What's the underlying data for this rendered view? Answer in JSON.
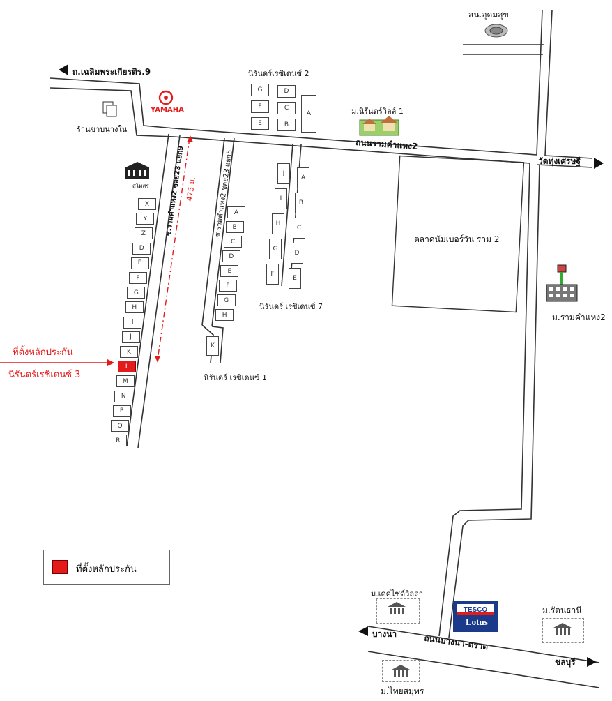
{
  "labels": {
    "udom_suk": "สน.อุดมสุข",
    "chaloem": "ถ.เฉลิมพระเกียรติร.9",
    "yamaha": "YAMAHA",
    "shop": "ร้านขาบนางใน",
    "nirun2": "นิรันดร์เรซิเดนซ์ 2",
    "nirunville": "ม.นิรันดร์วิลล์ 1",
    "ramkhamhaeng2_road": "ถนนรามคำแหง2",
    "wat_thung": "วัดทุ่งเศรษฐี",
    "school": "สโมสร",
    "soi9": "ซ.รามคำแหง2 ซอย23 แยก9",
    "soi5": "ซ.รามคำแหง2 ซอย23 แยก5",
    "distance": "475 ม.",
    "market": "ตลาดนัมเบอร์วัน ราม 2",
    "ram2_village": "ม.รามคำแหง2",
    "nirun7": "นิรันดร์ เรซิเดนซ์ 7",
    "nirun1": "นิรันดร์ เรซิเดนซ์ 1",
    "collateral_line1": "ที่ตั้งหลักประกัน",
    "collateral_line2": "นิรันดร์เรซิเดนซ์ 3",
    "legend": "ที่ตั้งหลักประกัน",
    "dechville": "ม.เดคไซด์วิลล่า",
    "tesco": "TESCO",
    "lotus": "Lotus",
    "rattanathani": "ม.รัตนธานี",
    "bangna": "บางนา",
    "bangna_trat": "ถนนบางนา-ตราด",
    "chonburi": "ชลบุรี",
    "thai_samut": "ม.ไทยสมุทร"
  },
  "blocks": {
    "nirun2_left": [
      "G",
      "F",
      "E"
    ],
    "nirun2_mid": [
      "D",
      "C",
      "B"
    ],
    "nirun2_right": [
      "A"
    ],
    "nirun3": [
      "X",
      "Y",
      "Z",
      "D",
      "E",
      "F",
      "G",
      "H",
      "I",
      "J",
      "K",
      "L",
      "M",
      "N",
      "P",
      "Q",
      "R"
    ],
    "nirun3_highlight": "L",
    "nirun1": [
      "A",
      "B",
      "C",
      "D",
      "E",
      "F",
      "G",
      "H"
    ],
    "nirun1_extra": "K",
    "nirun7_left": [
      "J",
      "I",
      "H",
      "G",
      "F"
    ],
    "nirun7_right": [
      "A",
      "B",
      "C",
      "D",
      "E"
    ]
  },
  "colors": {
    "highlight": "#e31b1b",
    "road": "#333333",
    "tesco_blue": "#1b3a8a"
  }
}
